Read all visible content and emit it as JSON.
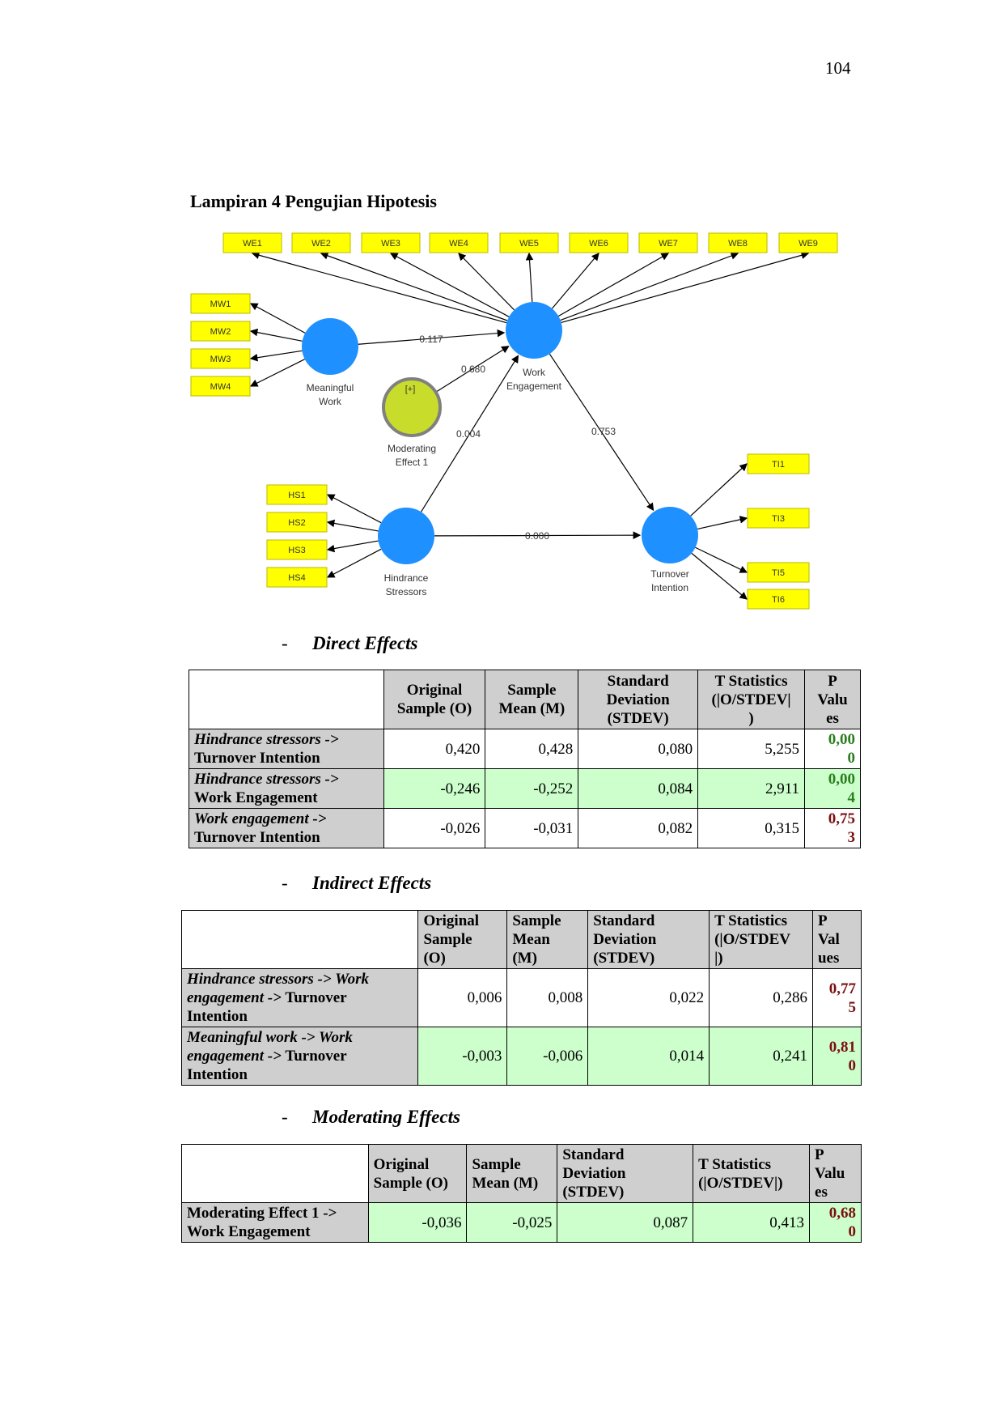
{
  "page_number": "104",
  "heading": "Lampiran 4 Pengujian Hipotesis",
  "diagram": {
    "we_indicators": [
      "WE1",
      "WE2",
      "WE3",
      "WE4",
      "WE5",
      "WE6",
      "WE7",
      "WE8",
      "WE9"
    ],
    "mw_indicators": [
      "MW1",
      "MW2",
      "MW3",
      "MW4"
    ],
    "hs_indicators": [
      "HS1",
      "HS2",
      "HS3",
      "HS4"
    ],
    "ti_indicators": [
      "TI1",
      "TI3",
      "TI5",
      "TI6"
    ],
    "constructs": {
      "meaningful_work": [
        "Meaningful",
        "Work"
      ],
      "work_engagement": [
        "Work",
        "Engagement"
      ],
      "moderating": [
        "Moderating",
        "Effect 1"
      ],
      "hindrance": [
        "Hindrance",
        "Stressors"
      ],
      "turnover": [
        "Turnover",
        "Intention"
      ]
    },
    "moderator_symbol": "[+]",
    "path_values": {
      "mw_we": "0.117",
      "mod_we": "0.680",
      "hs_we": "0.004",
      "we_ti": "0.753",
      "hs_ti": "0.000"
    },
    "colors": {
      "construct": "#1e90ff",
      "moderator": "#c8dc2c",
      "moderator_border": "#808080",
      "indicator": "#ffff00"
    }
  },
  "direct": {
    "title": "Direct Effects",
    "headers": [
      [
        "Original",
        "Sample (O)"
      ],
      [
        "Sample",
        "Mean (M)"
      ],
      [
        "Standard",
        "Deviation",
        "(STDEV)"
      ],
      [
        "T Statistics",
        "(|O/STDEV|",
        ")"
      ],
      [
        "P",
        "Valu",
        "es"
      ]
    ],
    "rows": [
      {
        "label": [
          "Hindrance stressors ->",
          "Turnover Intention"
        ],
        "o": "0,420",
        "m": "0,428",
        "sd": "0,080",
        "t": "5,255",
        "p": [
          "0,00",
          "0"
        ],
        "p_color": "green"
      },
      {
        "label": [
          "Hindrance stressors ->",
          "Work Engagement"
        ],
        "o": "-0,246",
        "m": "-0,252",
        "sd": "0,084",
        "t": "2,911",
        "p": [
          "0,00",
          "4"
        ],
        "p_color": "green"
      },
      {
        "label": [
          "Work engagement ->",
          "Turnover Intention"
        ],
        "o": "-0,026",
        "m": "-0,031",
        "sd": "0,082",
        "t": "0,315",
        "p": [
          "0,75",
          "3"
        ],
        "p_color": "red"
      }
    ]
  },
  "indirect": {
    "title": "Indirect Effects",
    "headers": [
      [
        "Original",
        "Sample",
        "(O)"
      ],
      [
        "Sample",
        "Mean",
        "(M)"
      ],
      [
        "Standard",
        "Deviation",
        "(STDEV)"
      ],
      [
        "T Statistics",
        "(|O/STDEV",
        "|)"
      ],
      [
        "P",
        "Val",
        "ues"
      ]
    ],
    "rows": [
      {
        "label_it1": "Hindrance stressors -> Work",
        "label_it2": "engagement ->",
        "label_plain2": " Turnover",
        "label3": "Intention",
        "o": "0,006",
        "m": "0,008",
        "sd": "0,022",
        "t": "0,286",
        "p": [
          "0,77",
          "5"
        ],
        "p_color": "red"
      },
      {
        "label_it1": "Meaningful work -> Work",
        "label_it2": "engagement ->",
        "label_plain2": " Turnover",
        "label3": "Intention",
        "o": "-0,003",
        "m": "-0,006",
        "sd": "0,014",
        "t": "0,241",
        "p": [
          "0,81",
          "0"
        ],
        "p_color": "red"
      }
    ]
  },
  "moderating": {
    "title": "Moderating Effects",
    "headers": [
      [
        "Original",
        "Sample (O)"
      ],
      [
        "Sample",
        "Mean (M)"
      ],
      [
        "Standard",
        "Deviation",
        "(STDEV)"
      ],
      [
        "T Statistics",
        "(|O/STDEV|)"
      ],
      [
        "P",
        "Valu",
        "es"
      ]
    ],
    "rows": [
      {
        "label": [
          "Moderating Effect 1 ->",
          "Work Engagement"
        ],
        "o": "-0,036",
        "m": "-0,025",
        "sd": "0,087",
        "t": "0,413",
        "p": [
          "0,68",
          "0"
        ],
        "p_color": "red"
      }
    ]
  }
}
